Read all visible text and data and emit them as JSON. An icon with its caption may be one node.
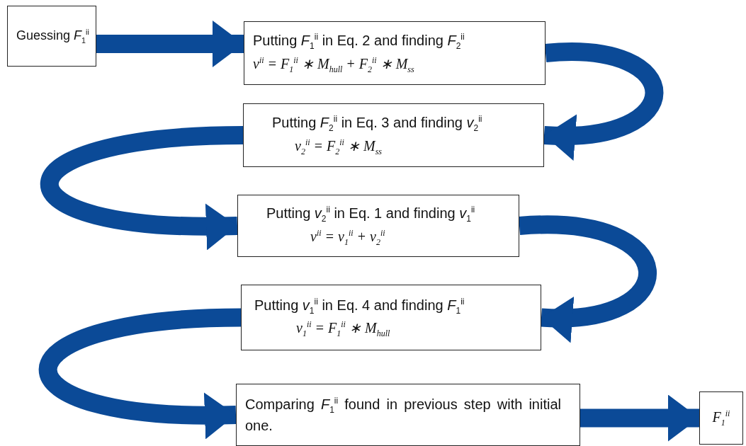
{
  "diagram": {
    "nodes": [
      {
        "text": [
          "Guessing *F*$_{1}$$^{ii}$"
        ]
      },
      {
        "text": [
          "Putting *F*$_{1}$$^{ii}$ in Eq. 2 and finding *F*$_{2}$$^{ii}$",
          "v$^{ii}$ = F$_{1}$$^{ii}$ ∗ M$_{hull}$ + F$_{2}$$^{ii}$ ∗ M$_{ss}$"
        ]
      },
      {
        "text": [
          "Putting *F*$_{2}$$^{ii}$ in Eq. 3 and finding *v*$_{2}$$^{ii}$",
          "v$_{2}$$^{ii}$ = F$_{2}$$^{ii}$ ∗ M$_{ss}$"
        ]
      },
      {
        "text": [
          "Putting *v*$_{2}$$^{ii}$ in Eq. 1 and finding *v*$_{1}$$^{ii}$",
          "v$^{ii}$ = v$_{1}$$^{ii}$ + v$_{2}$$^{ii}$"
        ]
      },
      {
        "text": [
          "Putting *v*$_{1}$$^{ii}$ in Eq. 4 and finding *F*$_{1}$$^{ii}$",
          "v$_{1}$$^{ii}$ = F$_{1}$$^{ii}$ ∗ M$_{hull}$"
        ]
      },
      {
        "text": [
          "Comparing *F*$_{1}$$^{ii}$ found in previous step with initial one."
        ]
      },
      {
        "text": [
          "F$_{1}$$^{ii}$"
        ]
      }
    ],
    "edges": [
      {
        "from": 0,
        "to": 1,
        "arrow": "to"
      },
      {
        "from": 1,
        "to": 2,
        "arrow": "to"
      },
      {
        "from": 2,
        "to": 3,
        "arrow": "to"
      },
      {
        "from": 3,
        "to": 4,
        "arrow": "to"
      },
      {
        "from": 4,
        "to": 5,
        "arrow": "to"
      },
      {
        "from": 5,
        "to": 6,
        "arrow": "to"
      }
    ]
  }
}
